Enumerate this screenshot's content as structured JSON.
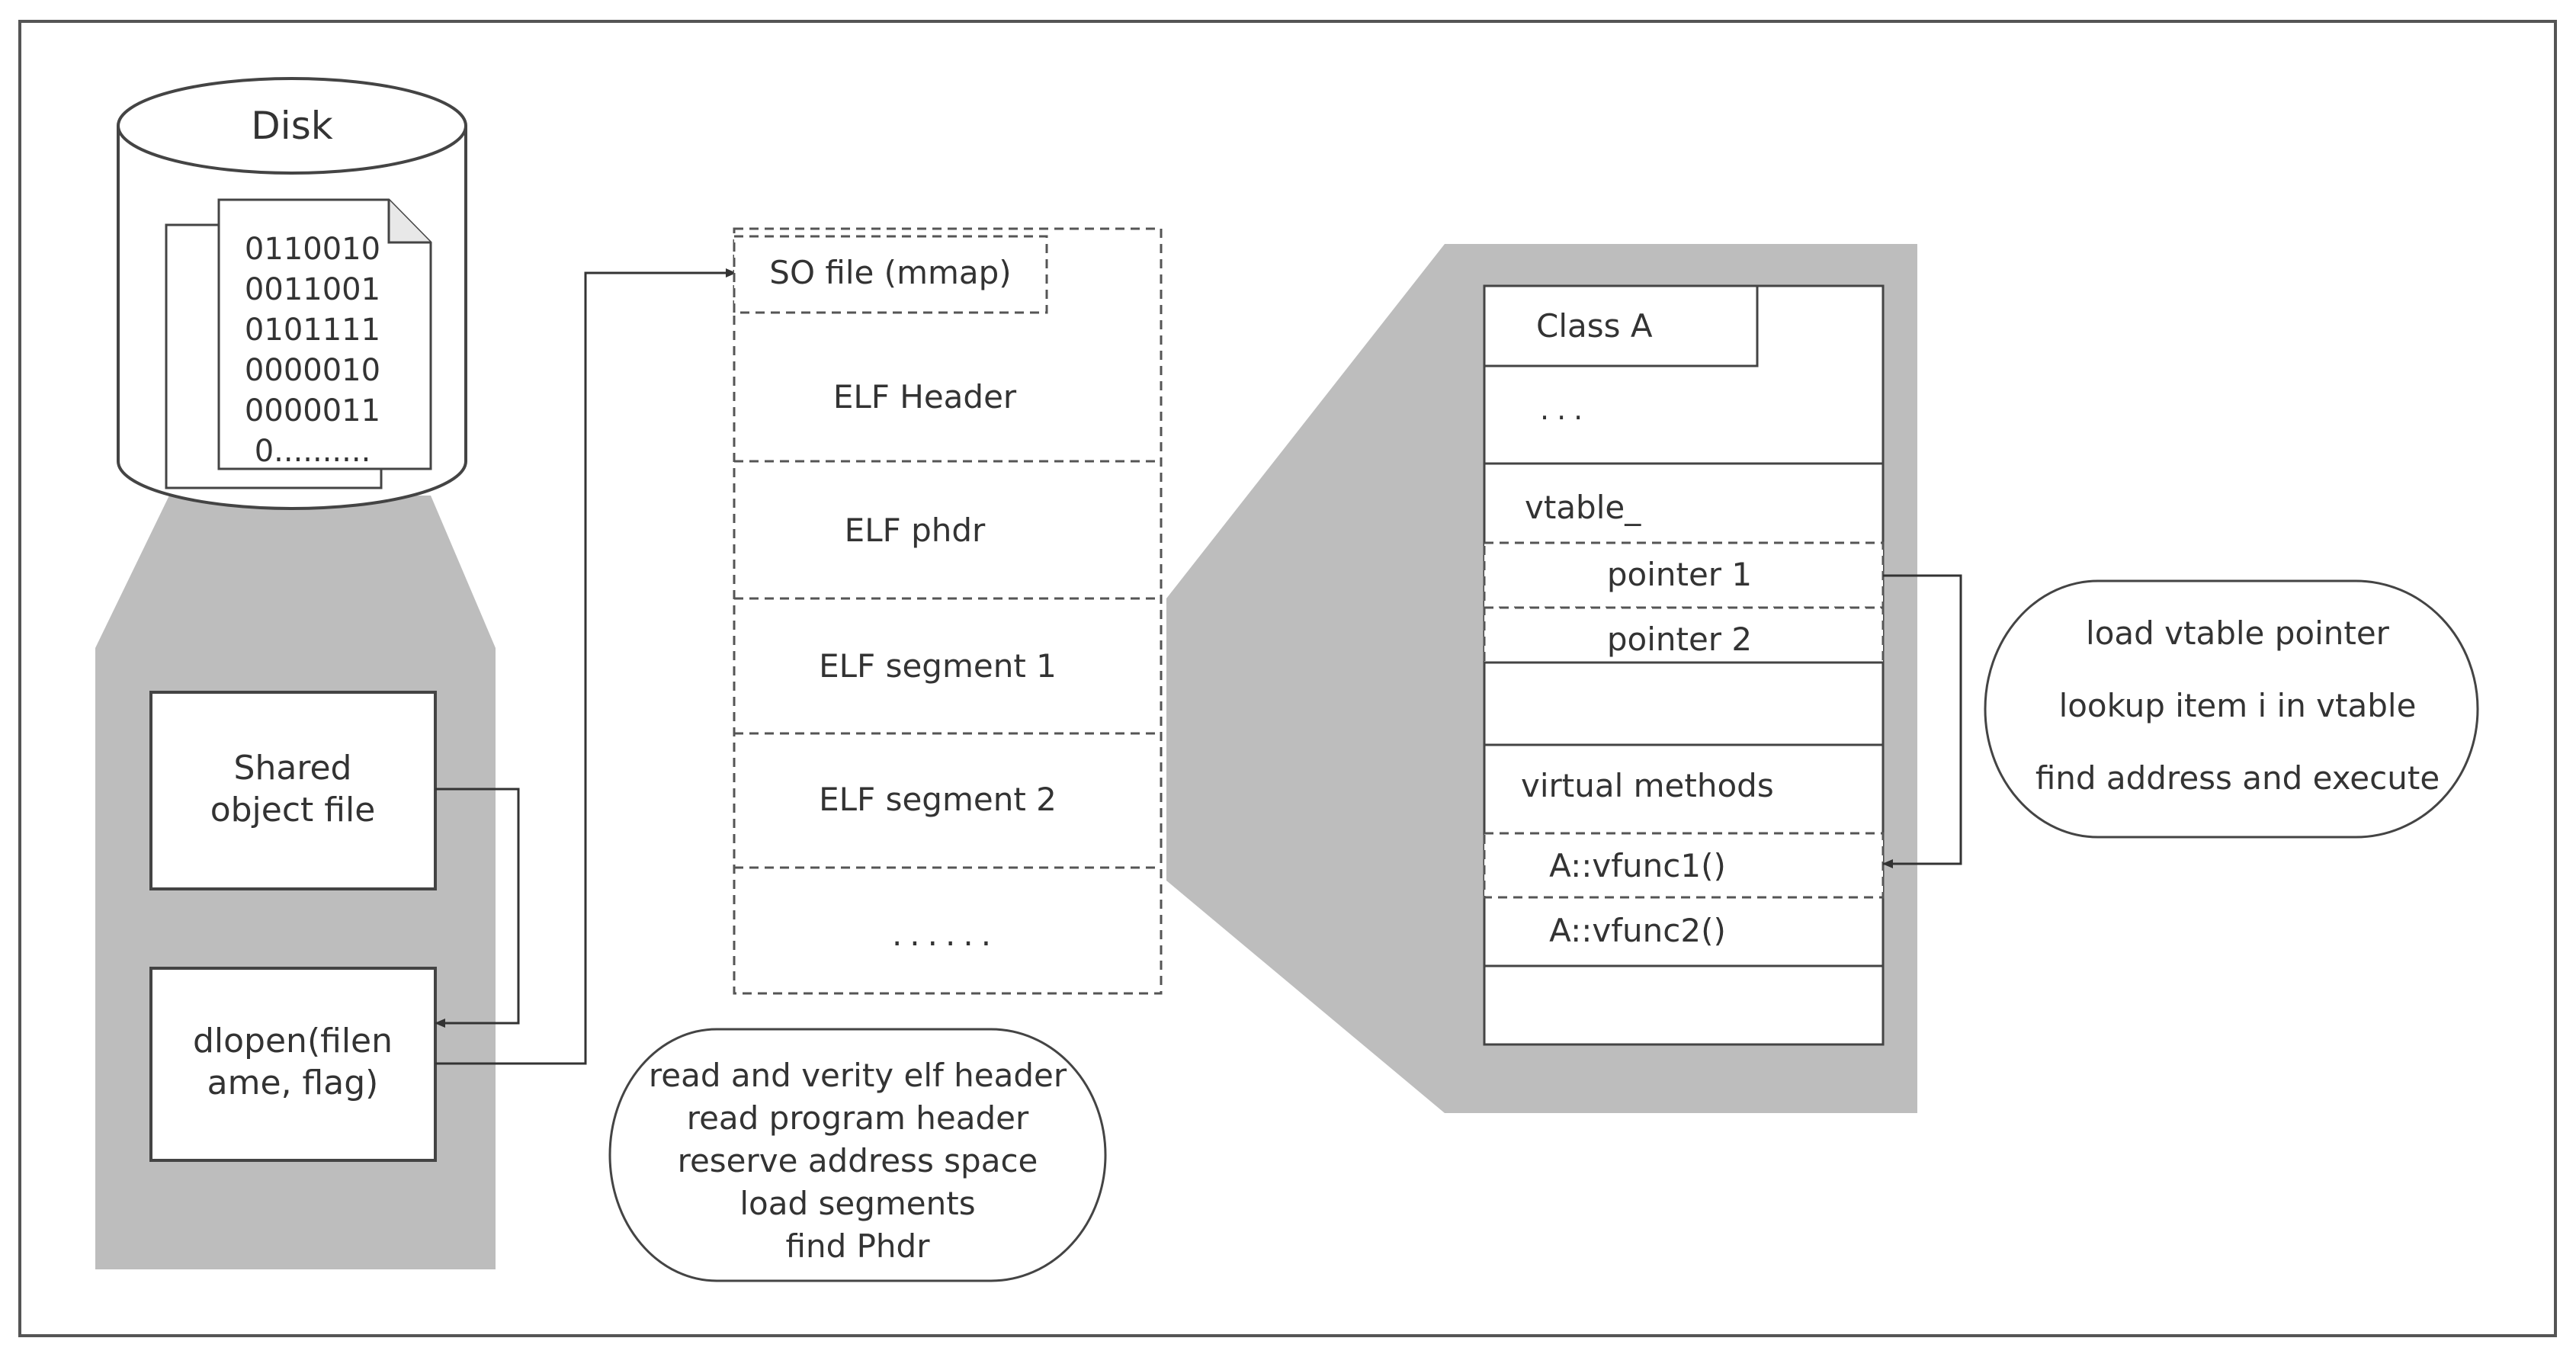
{
  "disk": {
    "title": "Disk",
    "file_lines": [
      "0110010",
      "0011001",
      "0101111",
      "0000010",
      "0000011",
      "0.........."
    ]
  },
  "loader": {
    "shared_object_lines": [
      "Shared",
      "object file"
    ],
    "dlopen_lines": [
      "dlopen(filen",
      "ame, flag)"
    ]
  },
  "memory": {
    "so_file_label": "SO file (mmap)",
    "segments": [
      "ELF Header",
      "ELF phdr",
      "ELF segment 1",
      "ELF segment 2",
      "......"
    ]
  },
  "load_steps": [
    "read and verity elf header",
    "read program header",
    "reserve address space",
    "load segments",
    "find Phdr"
  ],
  "class_layout": {
    "class_name": "Class A",
    "ellipsis": "...",
    "vtable_label": "vtable_",
    "pointers": [
      "pointer 1",
      "pointer 2"
    ],
    "virtual_methods_label": "virtual methods",
    "methods": [
      "A::vfunc1()",
      "A::vfunc2()"
    ]
  },
  "call_steps": [
    "load vtable pointer",
    "lookup item i in vtable",
    "find address and execute"
  ],
  "colors": {
    "stroke": "#444444",
    "shade": "#bdbdbd",
    "text": "#333333"
  }
}
